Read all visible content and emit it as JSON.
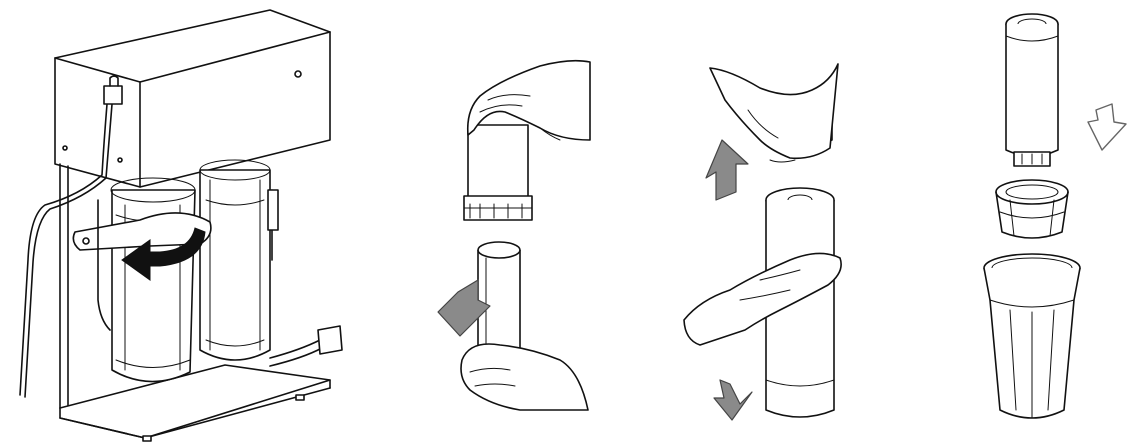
{
  "panels": [
    {
      "id": "step-1",
      "description_icon": "unit-with-wrench-icon",
      "arrow": "counterclockwise-curved-arrow"
    },
    {
      "id": "step-2",
      "description_icon": "remove-housing-icon",
      "arrow": "down-grey-arrow"
    },
    {
      "id": "step-3",
      "description_icon": "remove-cartridge-cap-icon",
      "arrow": "up-down-grey-arrows"
    },
    {
      "id": "step-4",
      "description_icon": "exploded-cartridge-icon",
      "arrow": "down-outline-arrow"
    }
  ],
  "colors": {
    "line": "#111111",
    "arrow_grey": "#8a8a8a",
    "background": "#ffffff"
  }
}
